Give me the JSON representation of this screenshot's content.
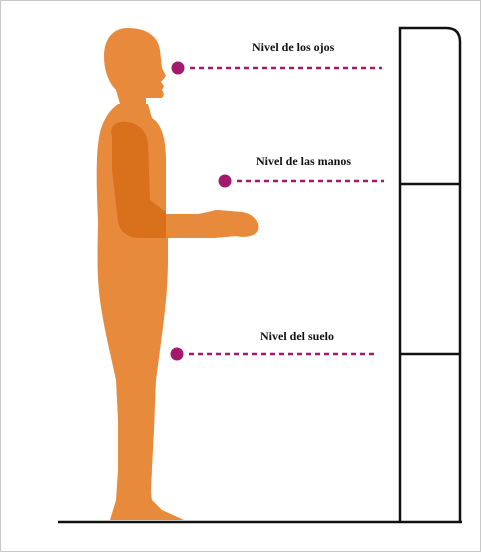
{
  "labels": {
    "eye": "Nivel de los ojos",
    "hand": "Nivel de las manos",
    "floor": "Nivel del suelo"
  },
  "colors": {
    "body": "#e88a3c",
    "arm_shadow": "#d9701c",
    "marker": "#a3196e",
    "line": "#111111"
  }
}
